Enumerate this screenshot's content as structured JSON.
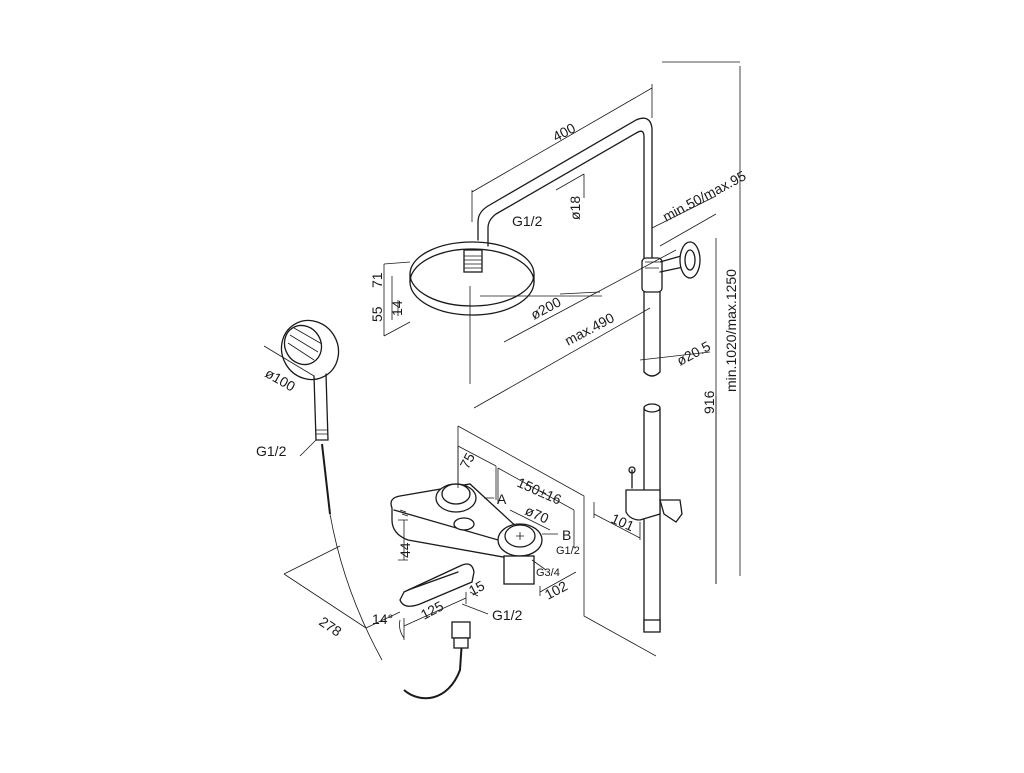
{
  "labels": {
    "d400": "400",
    "d18": "ø18",
    "g12_top": "G1/2",
    "min50max95": "min.50/max.95",
    "d55": "55",
    "d71": "71",
    "d14": "14",
    "d200": "ø200",
    "max490": "max.490",
    "d205": "ø20.5",
    "min1020max1250": "min.1020/max.1250",
    "d916": "916",
    "d100": "ø100",
    "g12_hand": "G1/2",
    "d75": "75",
    "d150": "150±16",
    "a": "A",
    "d70": "ø70",
    "b": "B",
    "g12_b": "G1/2",
    "g34": "G3/4",
    "d44": "44",
    "d101": "101",
    "d102": "102",
    "d278": "278",
    "d14deg": "14°",
    "d125": "125",
    "d15": "15",
    "g12_spout": "G1/2"
  }
}
